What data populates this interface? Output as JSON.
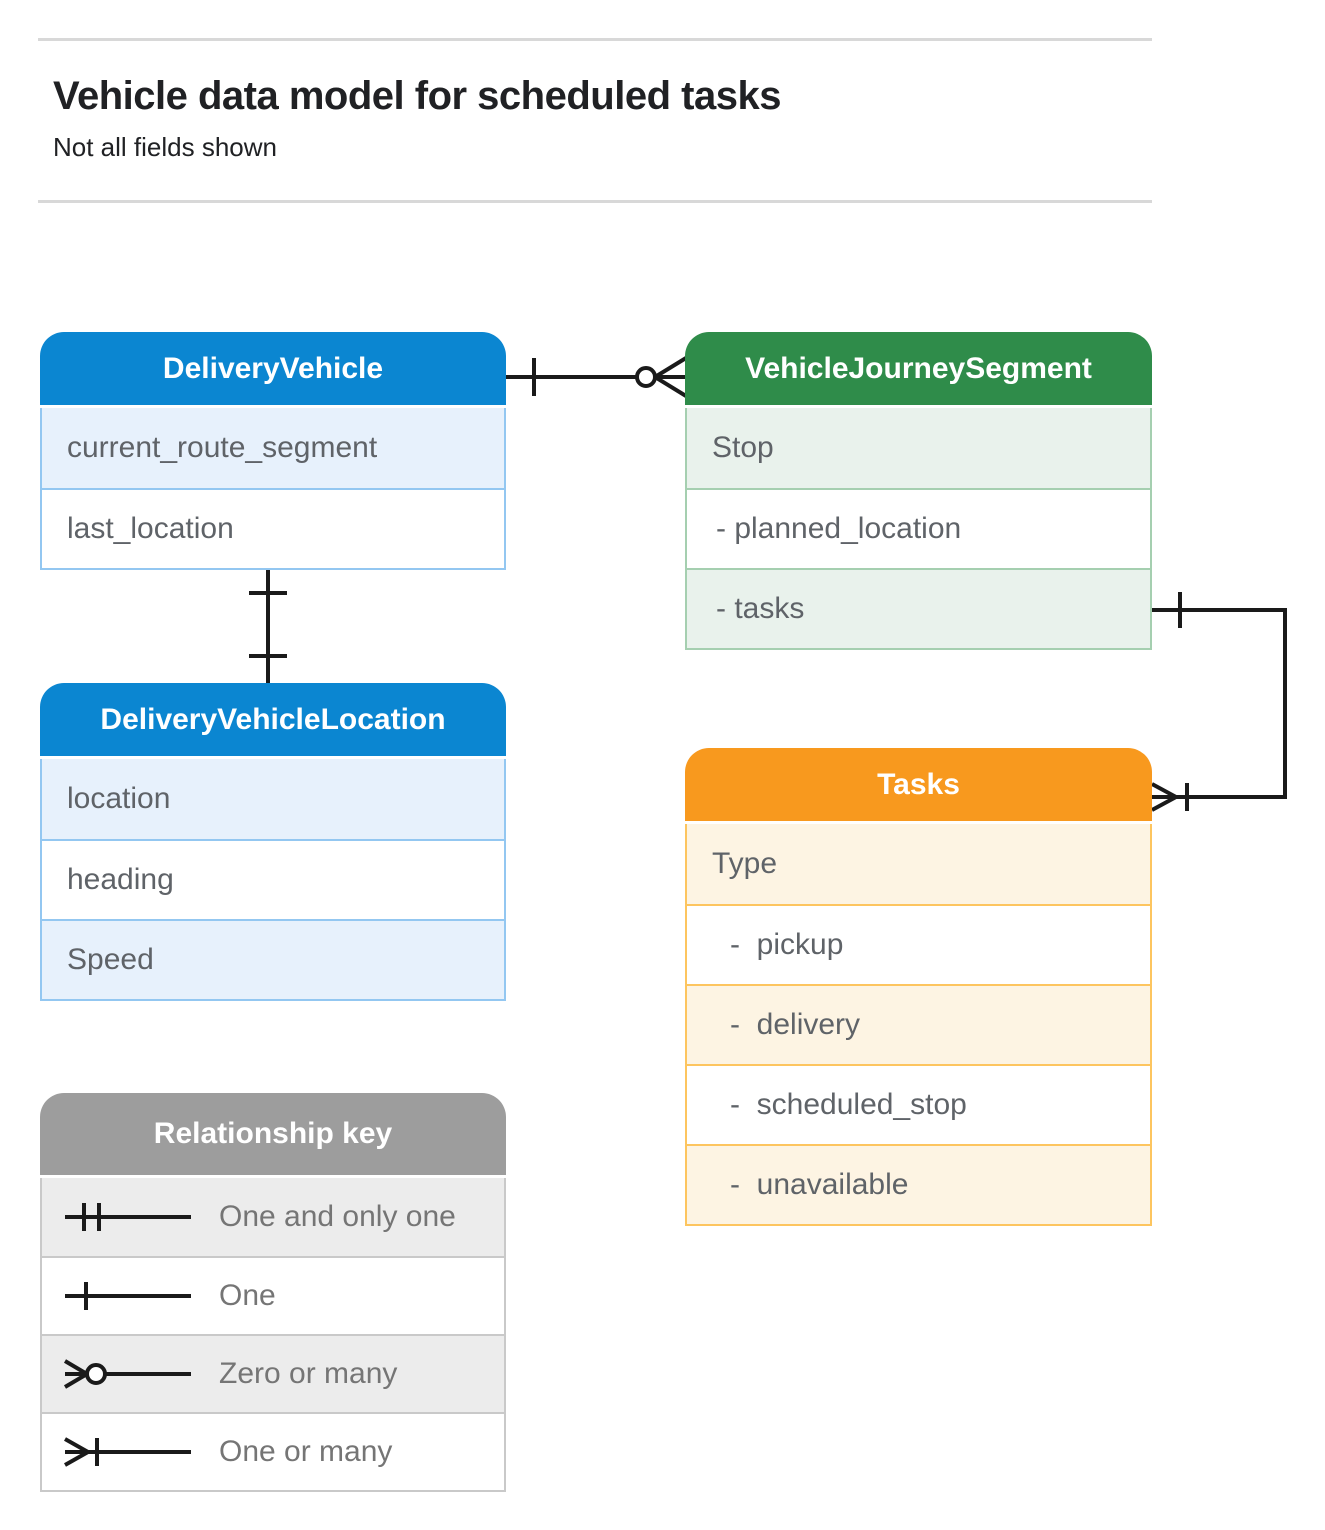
{
  "header": {
    "title": "Vehicle data model for scheduled tasks",
    "subtitle": "Not all fields shown"
  },
  "entities": [
    {
      "name": "DeliveryVehicle",
      "color_theme": "blue",
      "rows": [
        {
          "text": "current_route_segment",
          "shaded": true
        },
        {
          "text": "last_location",
          "shaded": false
        }
      ]
    },
    {
      "name": "VehicleJourneySegment",
      "color_theme": "green",
      "rows": [
        {
          "text": "Stop",
          "shaded": true
        },
        {
          "text": "- planned_location",
          "shaded": false,
          "sub": true
        },
        {
          "text": "- tasks",
          "shaded": true,
          "sub": true
        }
      ]
    },
    {
      "name": "DeliveryVehicleLocation",
      "color_theme": "blue",
      "rows": [
        {
          "text": "location",
          "shaded": true
        },
        {
          "text": "heading",
          "shaded": false
        },
        {
          "text": "Speed",
          "shaded": true
        }
      ]
    },
    {
      "name": "Tasks",
      "color_theme": "orange",
      "rows": [
        {
          "text": "Type",
          "shaded": true
        },
        {
          "text": "-  pickup",
          "shaded": false,
          "sub": true
        },
        {
          "text": "-  delivery",
          "shaded": true,
          "sub": true
        },
        {
          "text": "-  scheduled_stop",
          "shaded": false,
          "sub": true
        },
        {
          "text": "-  unavailable",
          "shaded": true,
          "sub": true
        }
      ]
    }
  ],
  "legend": {
    "title": "Relationship key",
    "rows": [
      {
        "symbol": "one-and-only-one",
        "label": "One and only one",
        "shaded": true
      },
      {
        "symbol": "one",
        "label": "One",
        "shaded": false
      },
      {
        "symbol": "zero-or-many",
        "label": "Zero or many",
        "shaded": true
      },
      {
        "symbol": "one-or-many",
        "label": "One or many",
        "shaded": false
      }
    ]
  },
  "relationships": [
    {
      "from": "DeliveryVehicle",
      "to": "VehicleJourneySegment",
      "from_cardinality": "One",
      "to_cardinality": "Zero or many"
    },
    {
      "from": "DeliveryVehicle",
      "to": "DeliveryVehicleLocation",
      "from_cardinality": "One",
      "to_cardinality": "One"
    },
    {
      "from": "VehicleJourneySegment.tasks",
      "to": "Tasks",
      "from_cardinality": "One",
      "to_cardinality": "One or many"
    }
  ],
  "colors": {
    "blue": "#0b86d1",
    "blue_light": "#e7f1fc",
    "blue_border": "#93c7f1",
    "green": "#2f8c4a",
    "green_light": "#e9f2ec",
    "green_border": "#a5cfb0",
    "orange": "#f8991e",
    "orange_light": "#fdf4e3",
    "orange_border": "#fdc55f",
    "gray": "#9d9d9d",
    "gray_light": "#ececec",
    "gray_border": "#c9c9c9",
    "line": "#1a1a1a",
    "text": "#5f6368"
  }
}
